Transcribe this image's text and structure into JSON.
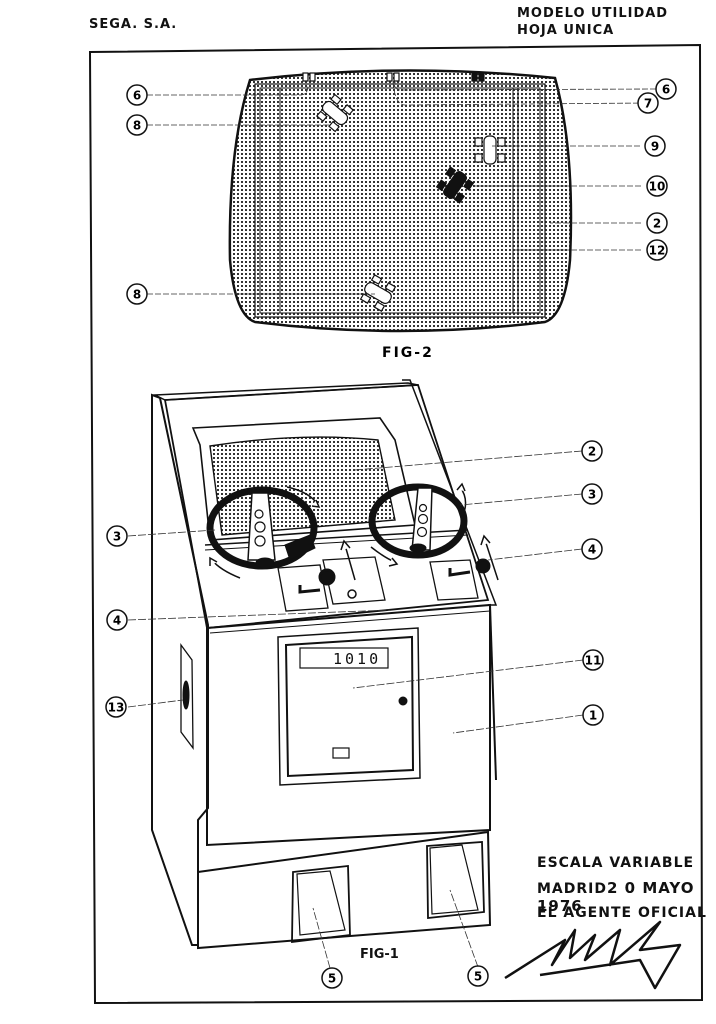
{
  "header": {
    "company": "SEGA. S.A.",
    "model_line1": "MODELO UTILIDAD",
    "model_line2": "HOJA UNICA"
  },
  "figures": {
    "fig2_caption": "FIG-2",
    "fig1_caption": "FIG-1",
    "counter_display": "1010"
  },
  "callouts_fig2": [
    {
      "id": "c6a",
      "label": "6"
    },
    {
      "id": "c8a",
      "label": "8"
    },
    {
      "id": "c6b",
      "label": "6"
    },
    {
      "id": "c7",
      "label": "7"
    },
    {
      "id": "c9",
      "label": "9"
    },
    {
      "id": "c10",
      "label": "10"
    },
    {
      "id": "c2a",
      "label": "2"
    },
    {
      "id": "c12",
      "label": "12"
    },
    {
      "id": "c8b",
      "label": "8"
    }
  ],
  "callouts_fig1": [
    {
      "id": "c2b",
      "label": "2"
    },
    {
      "id": "c3a",
      "label": "3"
    },
    {
      "id": "c3b",
      "label": "3"
    },
    {
      "id": "c4a",
      "label": "4"
    },
    {
      "id": "c4b",
      "label": "4"
    },
    {
      "id": "c11",
      "label": "11"
    },
    {
      "id": "c1",
      "label": "1"
    },
    {
      "id": "c13",
      "label": "13"
    },
    {
      "id": "c5a",
      "label": "5"
    },
    {
      "id": "c5b",
      "label": "5"
    }
  ],
  "stamp": {
    "scale": "ESCALA VARIABLE",
    "city": "MADRID",
    "date": "2 0  MAYO 1976",
    "agent": "EL AGENTE OFICIAL"
  }
}
